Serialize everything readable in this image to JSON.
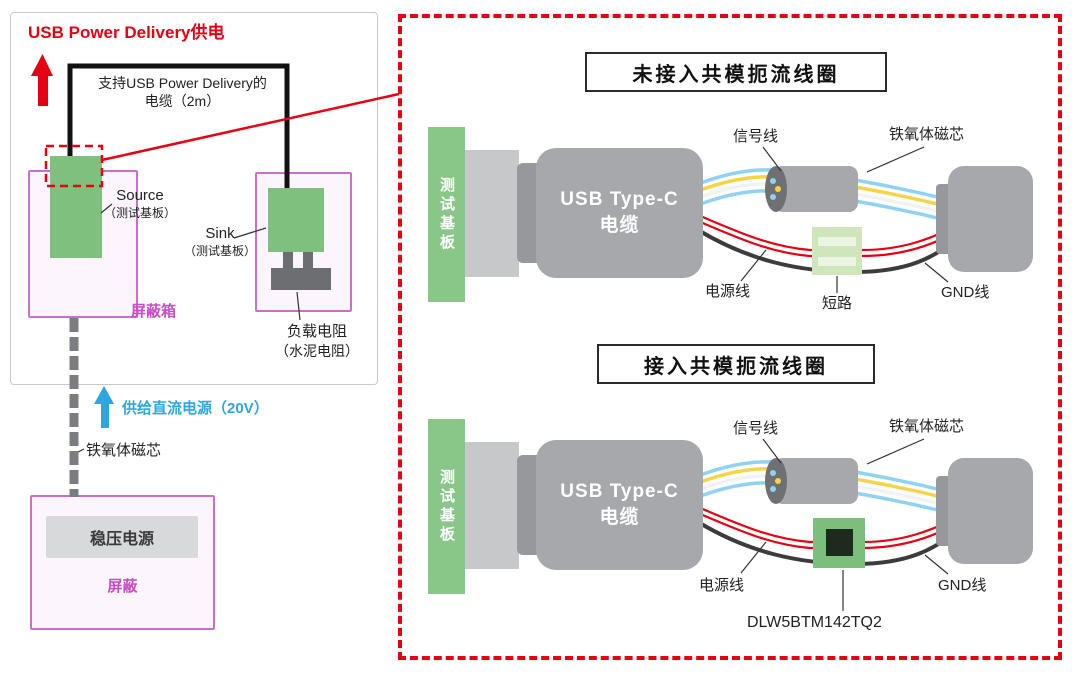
{
  "colors": {
    "accent_red": "#e60012",
    "magenta": "#c74ec3",
    "blue": "#2ea7e0",
    "board_green": "#89c789",
    "cable_gray": "#a6a8ab"
  },
  "left": {
    "pd_power": "USB Power Delivery供电",
    "cable_line1": "支持USB Power Delivery的",
    "cable_line2": "电缆（2m）",
    "source": "Source",
    "source_sub": "（测试基板）",
    "sink": "Sink",
    "sink_sub": "（测试基板）",
    "shield_box": "屏蔽箱",
    "load_line1": "负载电阻",
    "load_line2": "（水泥电阻）",
    "dc_supply": "供给直流电源（20V）",
    "ferrite": "铁氧体磁芯",
    "psu": "稳压电源",
    "shield": "屏蔽"
  },
  "right": {
    "top": {
      "title": "未接入共模扼流线圈",
      "board": "测试基板",
      "cable1": "USB Type-C",
      "cable2": "电缆",
      "signal": "信号线",
      "ferrite": "铁氧体磁芯",
      "power": "电源线",
      "short": "短路",
      "gnd": "GND线"
    },
    "bottom": {
      "title": "接入共模扼流线圈",
      "board": "测试基板",
      "cable1": "USB Type-C",
      "cable2": "电缆",
      "signal": "信号线",
      "ferrite": "铁氧体磁芯",
      "power": "电源线",
      "component": "DLW5BTM142TQ2",
      "gnd": "GND线"
    }
  }
}
